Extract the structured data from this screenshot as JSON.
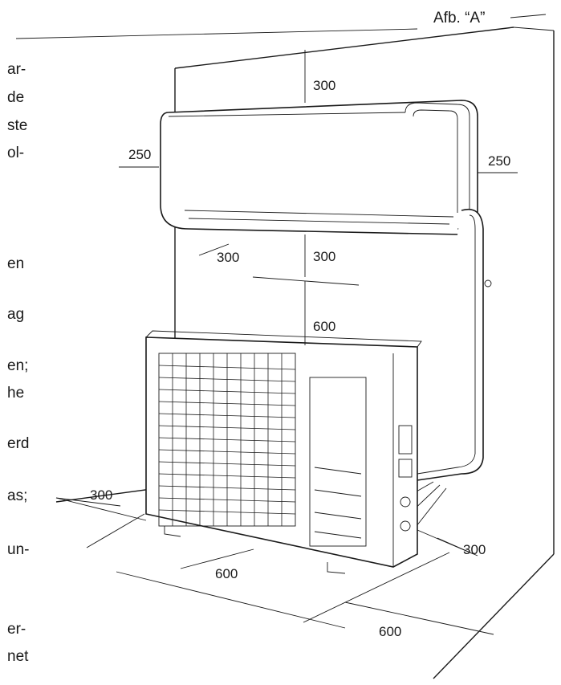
{
  "figure_label": "Afb. “A”",
  "dimensions": {
    "top_clearance": "300",
    "left_clearance_indoor": "250",
    "right_clearance_indoor": "250",
    "front_clearance_indoor": "300",
    "below_indoor": "300",
    "above_outdoor": "600",
    "left_outdoor": "300",
    "right_outdoor": "300",
    "front_outdoor": "600",
    "back_outdoor": "600"
  },
  "cut_text_fragments": [
    "ar-",
    "de",
    "ste",
    "ol-",
    "en",
    "ag",
    "en;",
    "he",
    "erd",
    "as;",
    "un-",
    "er-",
    "net"
  ]
}
